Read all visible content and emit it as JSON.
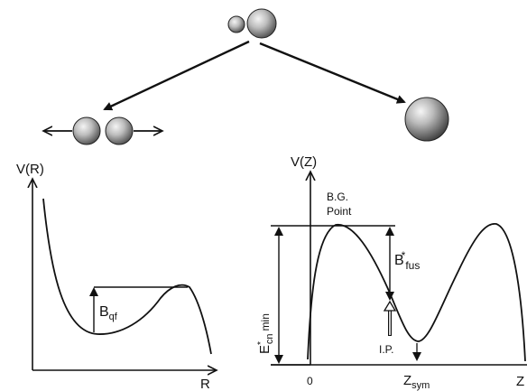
{
  "labels": {
    "left_y_axis": "V(R)",
    "left_x_axis": "R",
    "barrier_qf_main": "B",
    "barrier_qf_sub": "qf",
    "right_y_axis": "V(Z)",
    "bg_point_line1": "B.G.",
    "bg_point_line2": "Point",
    "barrier_fus_main": "B",
    "barrier_fus_sup": "*",
    "barrier_fus_sub": "fus",
    "energy_main": "E",
    "energy_sup": "*",
    "energy_sub": "cn",
    "energy_suffix": "min",
    "injection_point": "I.P.",
    "x_origin": "0",
    "z_sym_main": "Z",
    "z_sym_sub": "sym",
    "z_end": "Z"
  },
  "colors": {
    "ink": "#111111",
    "sphere_light": "#ededed",
    "sphere_dark": "#5a5a5a"
  }
}
